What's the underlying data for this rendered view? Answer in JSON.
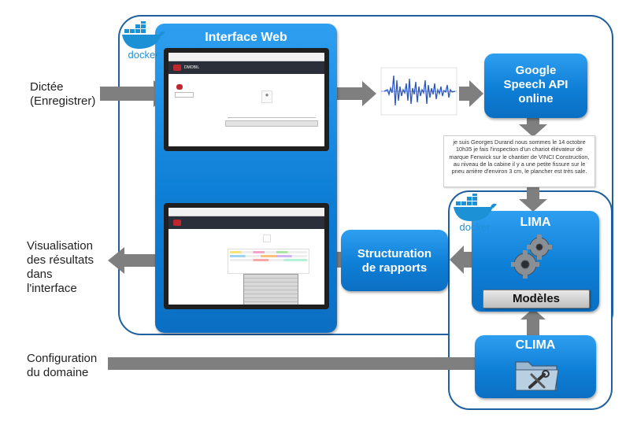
{
  "left_labels": {
    "dictee": [
      "Dictée",
      "(Enregistrer)"
    ],
    "visualisation": [
      "Visualisation",
      "des résultats",
      "dans",
      "l'interface"
    ],
    "configuration": [
      "Configuration",
      "du domaine"
    ]
  },
  "boxes": {
    "interface_web": "Interface Web",
    "google": [
      "Google",
      "Speech API",
      "online"
    ],
    "structuration": [
      "Structuration",
      "de rapports"
    ],
    "lima": "LIMA",
    "modeles": "Modèles",
    "clima": "CLIMA"
  },
  "docker_label": "docker",
  "transcript": "je suis Georges Durand nous sommes le 14 octobre 10h35 je fais l'inspection d'un chariot élévateur de marque Fenwick sur le chantier de VINCI Construction, au niveau de la cabine il y a une petite fissure sur le pneu arrière d'environ 3 cm, le plancher est très sale.",
  "colors": {
    "box_blue": "#0e7fd6",
    "arrow_gray": "#7f7f7f",
    "frame_blue": "#1f5f9e",
    "docker_blue": "#1d91d6"
  },
  "icons": [
    "docker-icon",
    "gears-icon",
    "folder-tools-icon",
    "microphone-icon"
  ]
}
